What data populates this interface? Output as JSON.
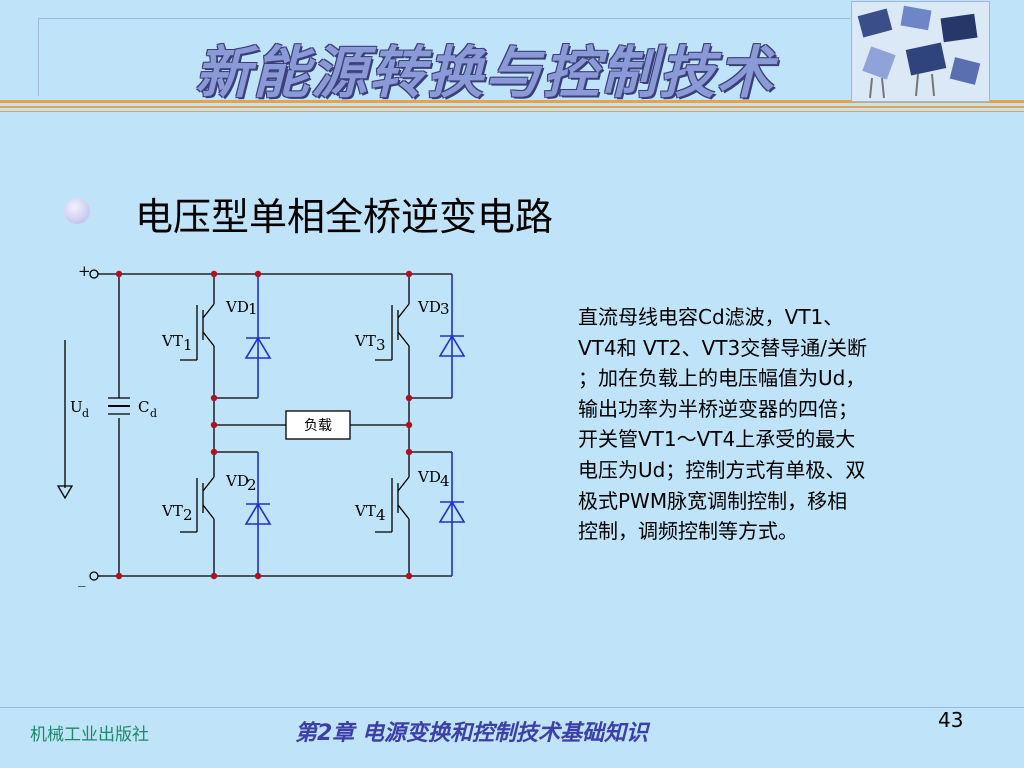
{
  "slide": {
    "title": "新能源转换与控制技术",
    "heading": "电压型单相全桥逆变电路",
    "description_lines": [
      "直流母线电容Cd滤波，VT1、",
      "VT4和 VT2、VT3交替导通/关断",
      "；加在负载上的电压幅值为Ud，",
      "输出功率为半桥逆变器的四倍；",
      "开关管VT1～VT4上承受的最大",
      "电压为Ud；控制方式有单极、双",
      "极式PWM脉宽调制控制，移相",
      "控制，调频控制等方式。"
    ],
    "publisher": "机械工业出版社",
    "chapter": "第2章  电源变换和控制技术基础知识",
    "page_number": "43"
  },
  "circuit": {
    "plus": "+",
    "minus": "_",
    "ud_main": "U",
    "ud_sub": "d",
    "cd_main": "C",
    "cd_sub": "d",
    "load": "负载",
    "vt1_main": "VT",
    "vt1_sub": "1",
    "vt2_main": "VT",
    "vt2_sub": "2",
    "vt3_main": "VT",
    "vt3_sub": "3",
    "vt4_main": "VT",
    "vt4_sub": "4",
    "vd1_main": "VD",
    "vd1_sub": "1",
    "vd2_main": "VD",
    "vd2_sub": "2",
    "vd3_main": "VD",
    "vd3_sub": "3",
    "vd4_main": "VD",
    "vd4_sub": "4"
  },
  "colors": {
    "background": "#bfe3f8",
    "title": "#8a9ad6",
    "accent_orange": "#f0a040",
    "diode_blue": "#1e2fd0",
    "node_red": "#b01020",
    "publisher": "#1a8a6a",
    "chapter": "#3c3fa8"
  }
}
